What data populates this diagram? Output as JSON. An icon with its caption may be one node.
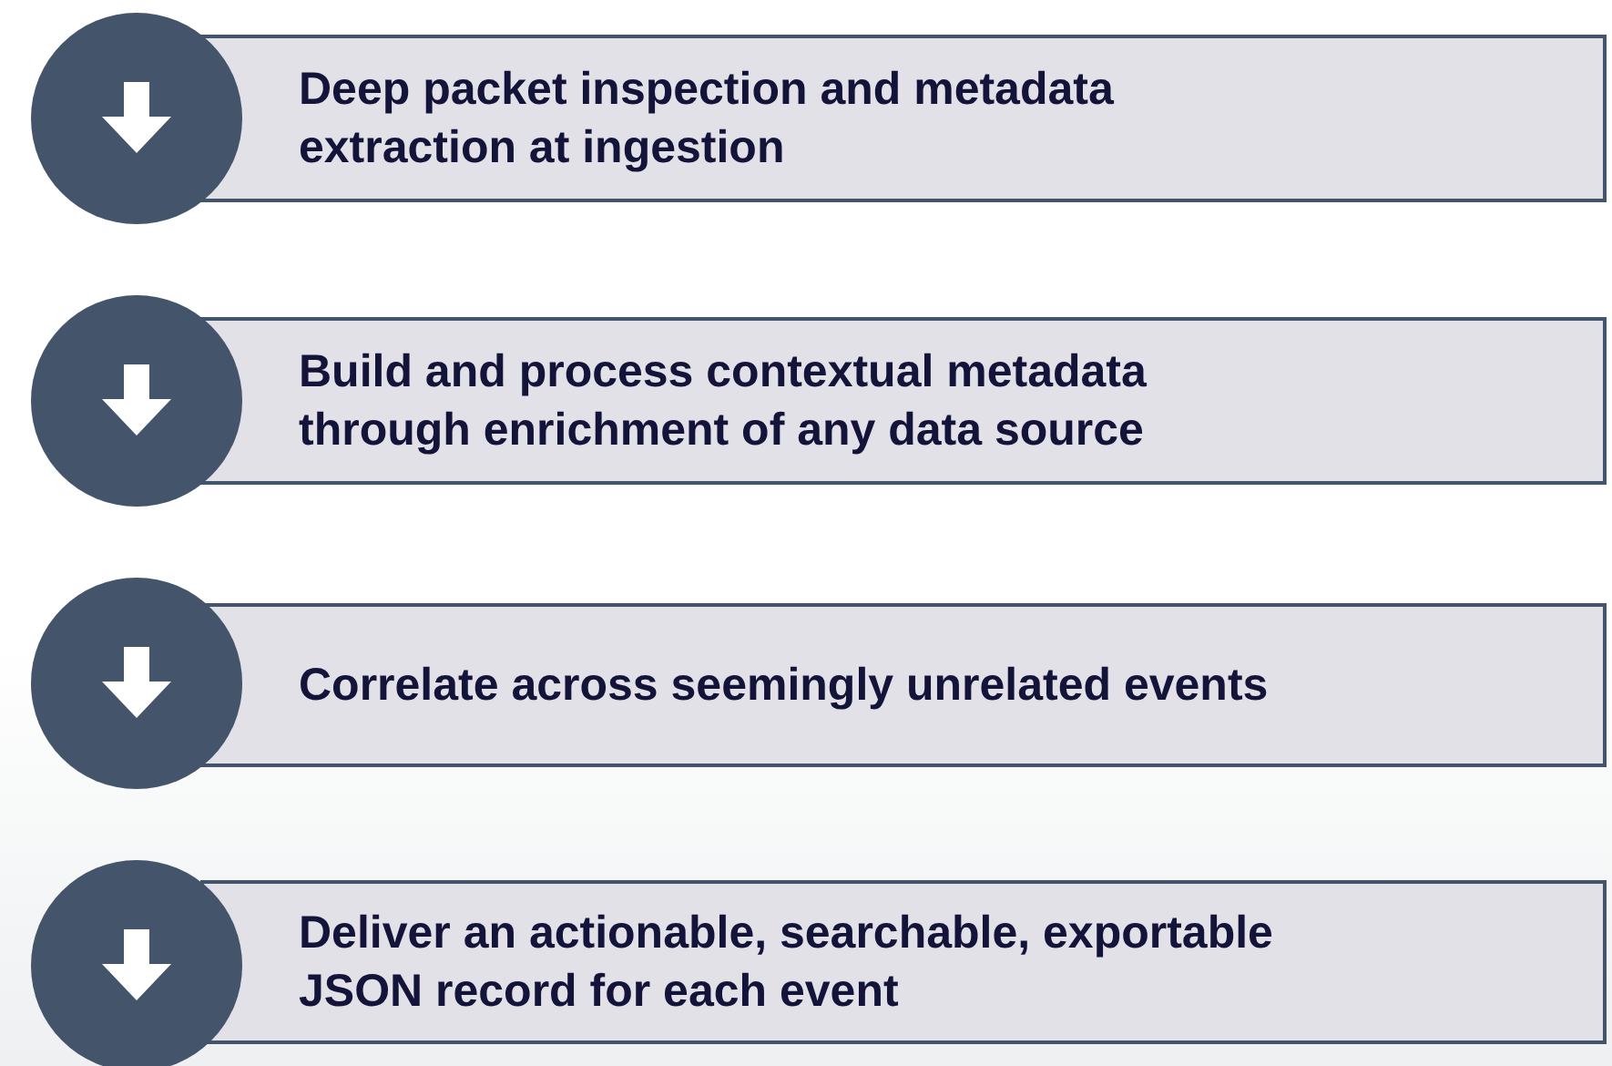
{
  "diagram": {
    "nodes": [
      {
        "text": [
          "Deep packet inspection and metadata extraction at ingestion"
        ]
      },
      {
        "text": [
          "Build and process contextual metadata through enrichment of any data source"
        ]
      },
      {
        "text": [
          "Correlate across seemingly unrelated events"
        ]
      },
      {
        "text": [
          "Deliver an actionable, searchable, exportable JSON record for each event"
        ]
      }
    ]
  }
}
